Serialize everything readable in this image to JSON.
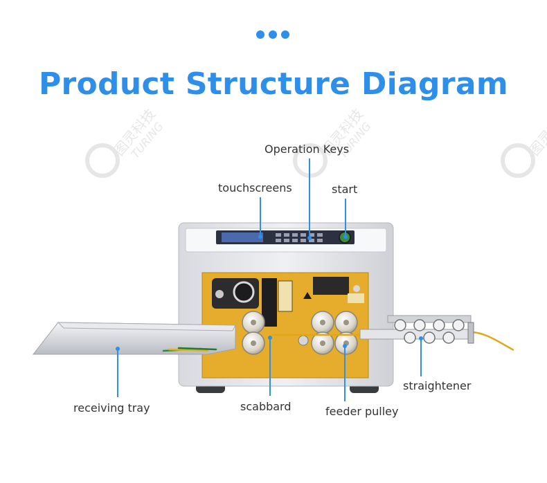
{
  "title": "Product Structure Diagram",
  "labels": {
    "operation_keys": "Operation Keys",
    "touchscreens": "touchscreens",
    "start": "start",
    "straightener": "straightener",
    "receiving_tray": "receiving tray",
    "scabbard": "scabbard",
    "feeder_pulley": "feeder pulley"
  },
  "watermark": {
    "cn": "图灵科技",
    "en": "TURING"
  },
  "colors": {
    "accent": "#2d8fe9",
    "panel_gold": "#e6ad2c",
    "housing": "#e9eaee",
    "wire": "#e0a817"
  }
}
